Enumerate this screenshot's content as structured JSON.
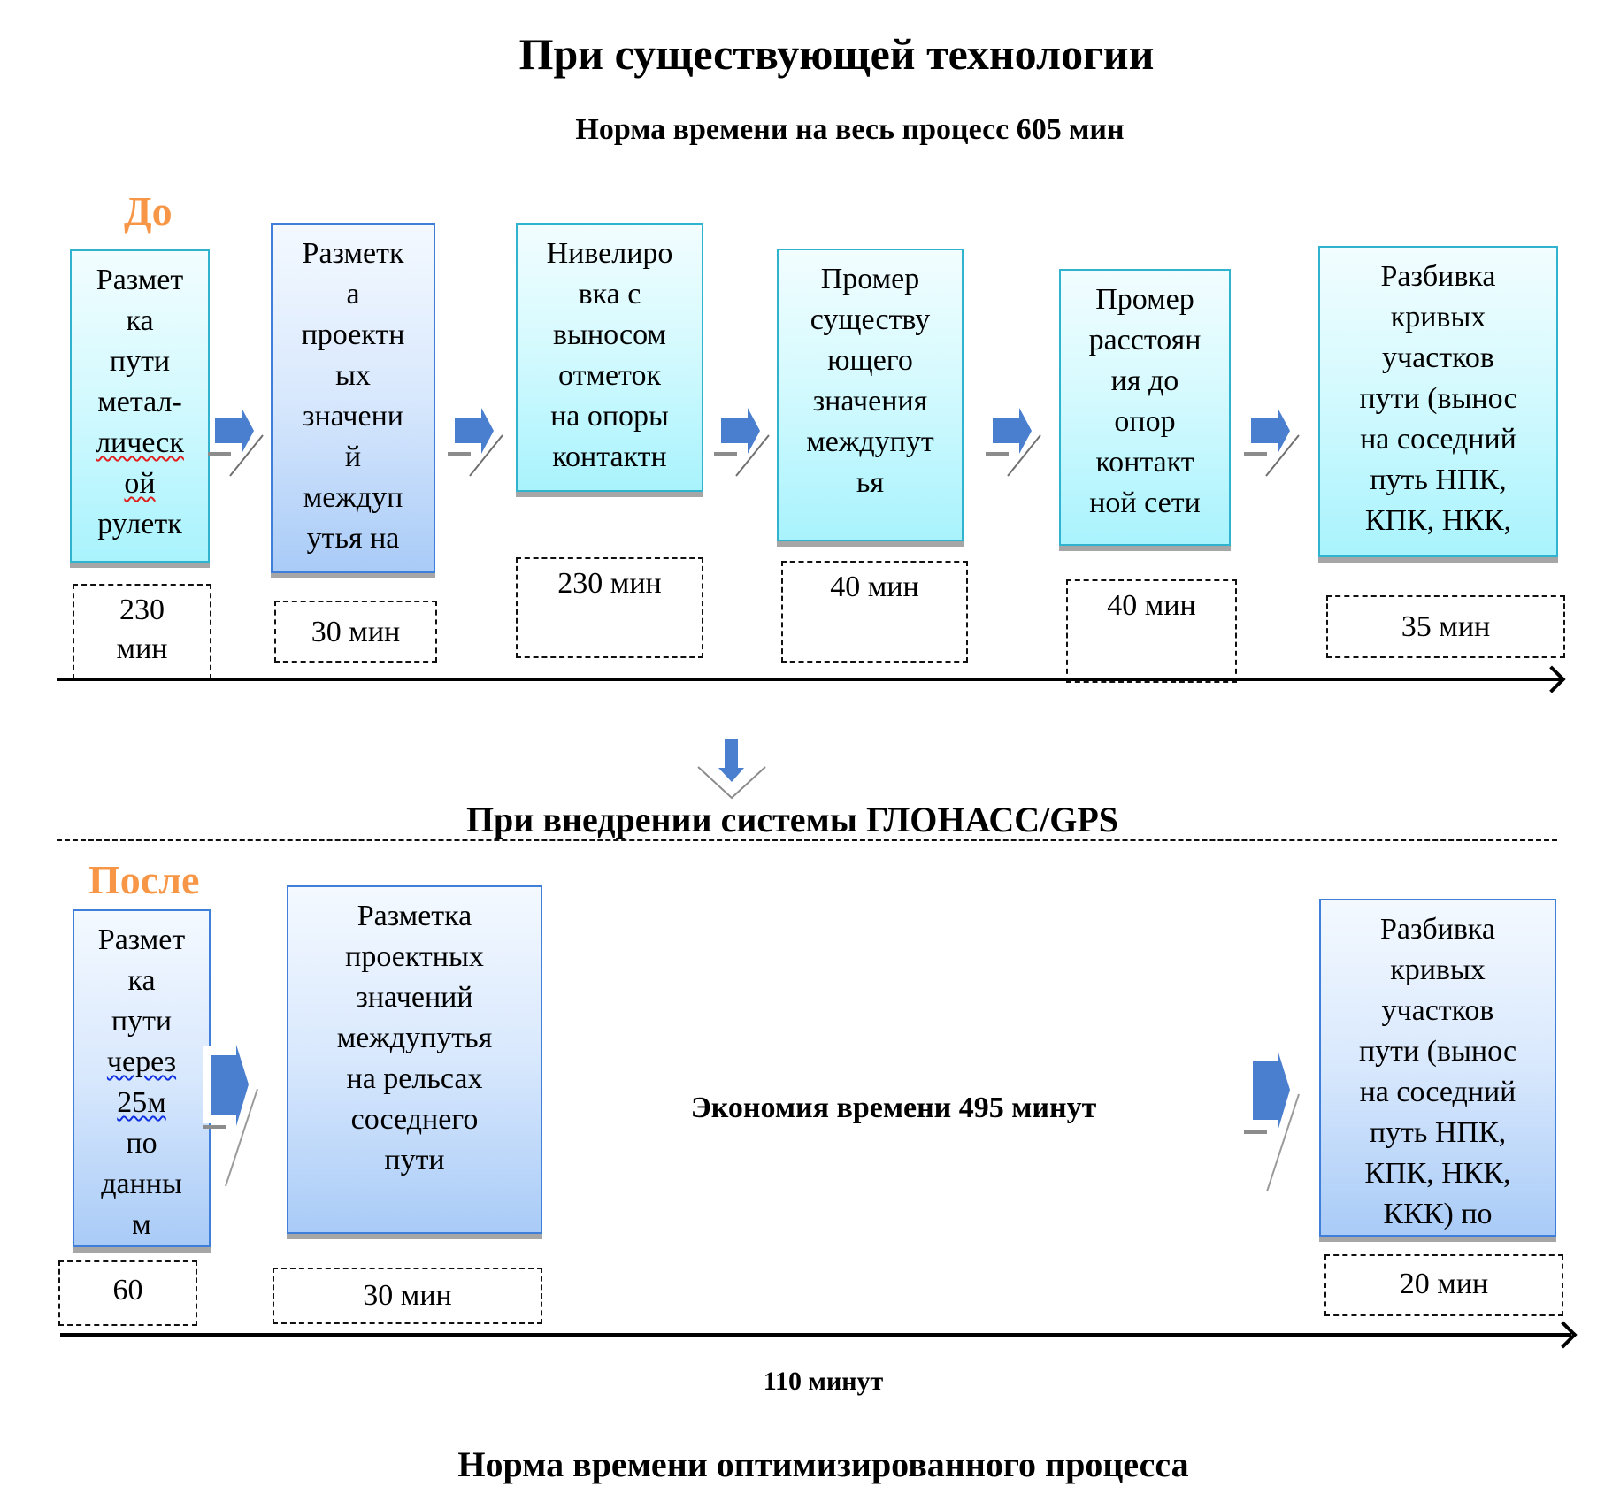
{
  "header": {
    "title": "При существующей технологии",
    "norm_label": "Норма времени на весь процесс 605 мин"
  },
  "before": {
    "label": "До",
    "steps": [
      {
        "lines": [
          "Размет",
          "ка",
          "пути",
          "метал-",
          "лическ",
          "ой",
          "рулетк"
        ],
        "duration_lines": [
          "230",
          "мин"
        ],
        "style": "cyan"
      },
      {
        "lines": [
          "Разметк",
          "а",
          "проектн",
          "ых",
          "значени",
          "й",
          "междуп",
          "утья на"
        ],
        "duration_lines": [
          "30 мин"
        ],
        "style": "blue"
      },
      {
        "lines": [
          "Нивелиро",
          "вка с",
          "выносом",
          "отметок",
          "на опоры",
          "контактн"
        ],
        "duration_lines": [
          "230 мин"
        ],
        "style": "cyan"
      },
      {
        "lines": [
          "Промер",
          "существу",
          "ющего",
          "значения",
          "междупут",
          "ья"
        ],
        "duration_lines": [
          "40 мин"
        ],
        "style": "cyan"
      },
      {
        "lines": [
          "Промер",
          "расстоян",
          "ия до",
          "опор",
          "контакт",
          "ной сети"
        ],
        "duration_lines": [
          "40 мин"
        ],
        "style": "cyan"
      },
      {
        "lines": [
          "Разбивка",
          "кривых",
          "участков",
          "пути (вынос",
          "на соседний",
          "путь НПК,",
          "КПК, НКК,"
        ],
        "duration_lines": [
          "35 мин"
        ],
        "style": "cyan"
      }
    ]
  },
  "transition": {
    "label": "При внедрении системы ГЛОНАСС/GPS"
  },
  "after": {
    "label": "После",
    "steps": [
      {
        "lines": [
          "Размет",
          "ка",
          "пути",
          "через",
          "25м",
          "по",
          "данны",
          "м"
        ],
        "duration_lines": [
          "60"
        ],
        "style": "blue"
      },
      {
        "lines": [
          "Разметка",
          "проектных",
          "значений",
          "междупутья",
          "на рельсах",
          "соседнего",
          "пути"
        ],
        "duration_lines": [
          "30 мин"
        ],
        "style": "blue"
      },
      {
        "lines": [
          "Разбивка",
          "кривых",
          "участков",
          "пути (вынос",
          "на соседний",
          "путь НПК,",
          "КПК, НКК,",
          "ККК) по"
        ],
        "duration_lines": [
          "20 мин"
        ],
        "style": "blue"
      }
    ],
    "saving_label": "Экономия времени 495 минут",
    "total_label": "110 минут"
  },
  "footer": {
    "title": "Норма времени оптимизированного процесса"
  },
  "colors": {
    "phase_label": "#f79646",
    "arrow": "#4a7fcf",
    "cyan_border": "#2fb3cf",
    "blue_border": "#3f7fd9"
  },
  "icons": {
    "step_arrow": "right-block-arrow-icon",
    "down_arrow": "down-arrow-icon"
  }
}
